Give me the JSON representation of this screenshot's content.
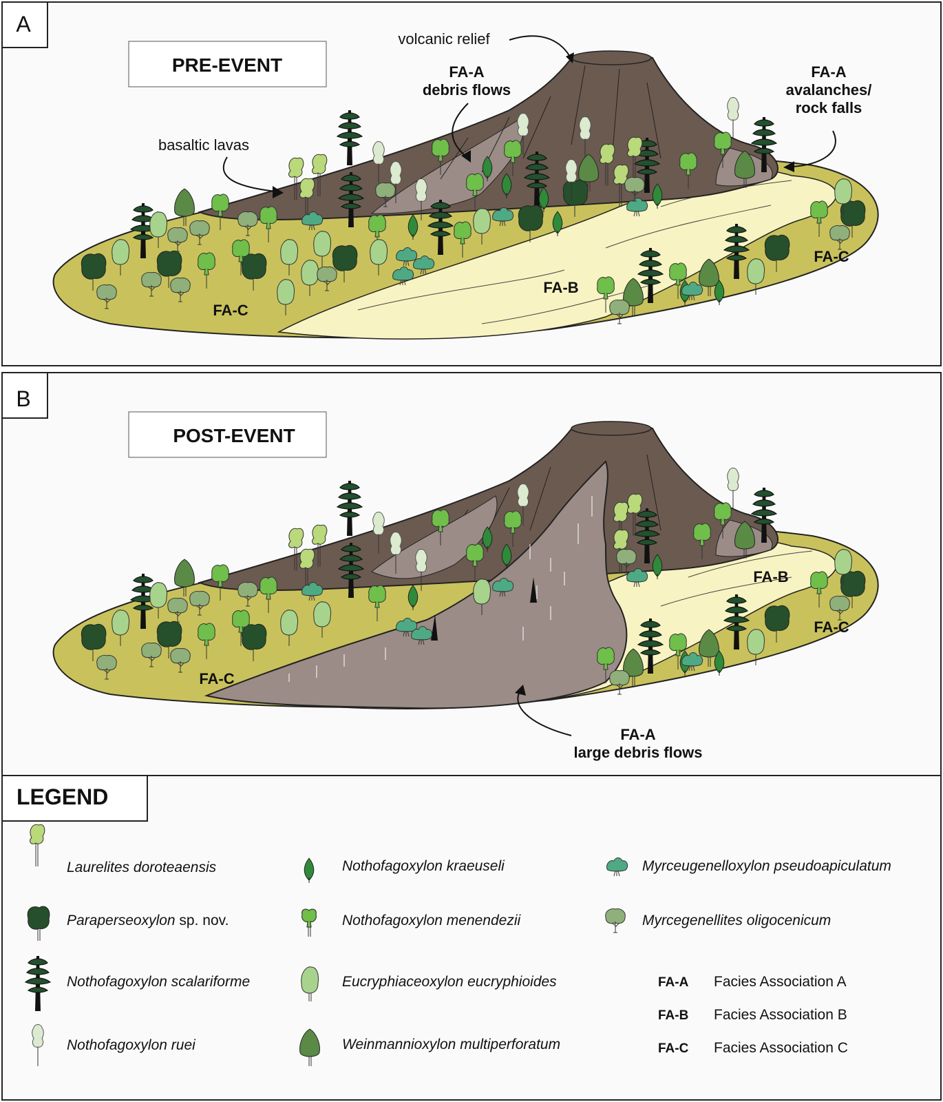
{
  "panel_a": {
    "letter": "A",
    "title": "PRE-EVENT",
    "labels": {
      "volcanic_relief": "volcanic relief",
      "basaltic_lavas": "basaltic lavas",
      "debris_flows_l1": "FA-A",
      "debris_flows_l2": "debris flows",
      "avalanches_l1": "FA-A",
      "avalanches_l2": "avalanches/",
      "avalanches_l3": "rock falls",
      "fa_b": "FA-B",
      "fa_c_left": "FA-C",
      "fa_c_right": "FA-C"
    }
  },
  "panel_b": {
    "letter": "B",
    "title": "POST-EVENT",
    "labels": {
      "fa_b": "FA-B",
      "fa_c_left": "FA-C",
      "fa_c_right": "FA-C",
      "large_flows_l1": "FA-A",
      "large_flows_l2": "large debris flows"
    }
  },
  "legend": {
    "title": "LEGEND",
    "species": [
      {
        "name": "Laurelites doroteaensis",
        "suffix": ""
      },
      {
        "name": "Paraperseoxylon",
        "suffix": " sp. nov."
      },
      {
        "name": "Nothofagoxylon scalariforme",
        "suffix": ""
      },
      {
        "name": "Nothofagoxylon ruei",
        "suffix": ""
      },
      {
        "name": "Nothofagoxylon kraeuseli",
        "suffix": ""
      },
      {
        "name": "Nothofagoxylon menendezii",
        "suffix": ""
      },
      {
        "name": "Eucryphiaceoxylon eucryphioides",
        "suffix": ""
      },
      {
        "name": "Weinmannioxylon multiperforatum",
        "suffix": ""
      },
      {
        "name": "Myrceugenelloxylon pseudoapiculatum",
        "suffix": ""
      },
      {
        "name": "Myrcegenellites oligocenicum",
        "suffix": ""
      }
    ],
    "facies": [
      {
        "code": "FA-A",
        "name": "Facies Association A"
      },
      {
        "code": "FA-B",
        "name": "Facies Association B"
      },
      {
        "code": "FA-C",
        "name": "Facies Association C"
      }
    ]
  },
  "colors": {
    "volcano": "#6b5a50",
    "debris": "#9b8c87",
    "olive_ground": "#c9c25c",
    "river": "#f8f3c2",
    "tree_light": "#b7d38a",
    "tree_mid": "#68b53d",
    "tree_dark": "#2d6a3a",
    "tree_darkest": "#23502e",
    "tree_olive": "#5e8746",
    "tree_pale": "#dcead0"
  }
}
